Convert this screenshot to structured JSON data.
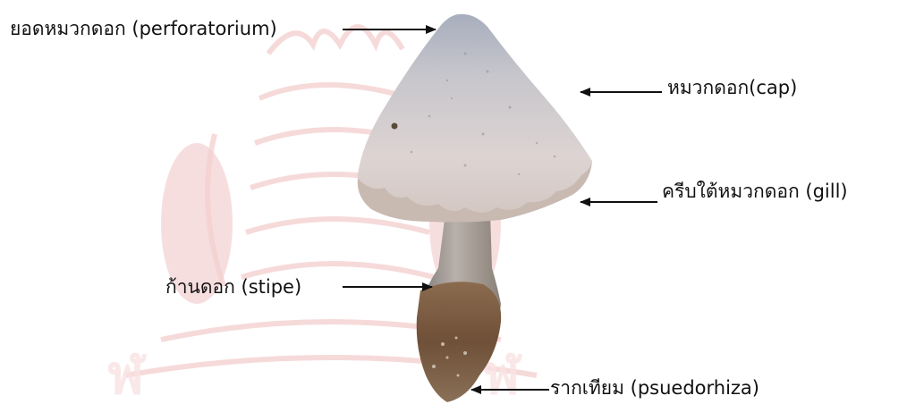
{
  "labels": {
    "perforatorium": "ยอดหมวกดอก (perforatorium)",
    "cap": "หมวกดอก(cap)",
    "gill": "ครีบใต้หมวกดอก (gill)",
    "stipe": "ก้านดอก (stipe)",
    "pseudorhiza": "รากเทียม (psuedorhiza)"
  },
  "colors": {
    "cap": "#d9d2d4",
    "cap_top": "#a9afbd",
    "stipe": "#9c928a",
    "base": "#7a5a3f",
    "watermark": "#f3d3d3",
    "text": "#111111"
  }
}
